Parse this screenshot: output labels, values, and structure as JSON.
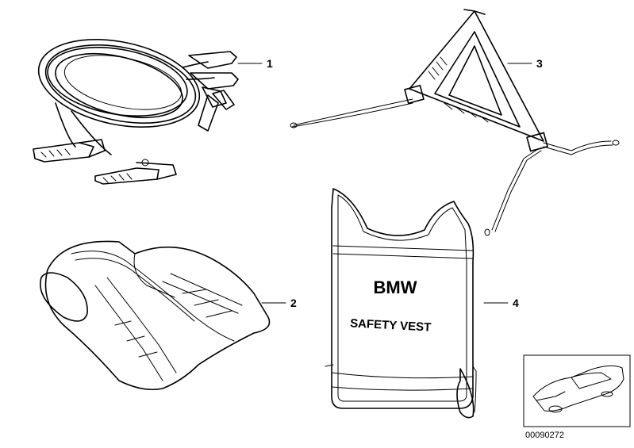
{
  "parts": [
    {
      "number": "1",
      "name": "jumper-cables"
    },
    {
      "number": "2",
      "name": "folded-safety-vest"
    },
    {
      "number": "3",
      "name": "warning-triangle"
    },
    {
      "number": "4",
      "name": "safety-vest"
    }
  ],
  "vest": {
    "brand": "BMW",
    "label": "SAFETY VEST"
  },
  "reference_code": "00090272"
}
